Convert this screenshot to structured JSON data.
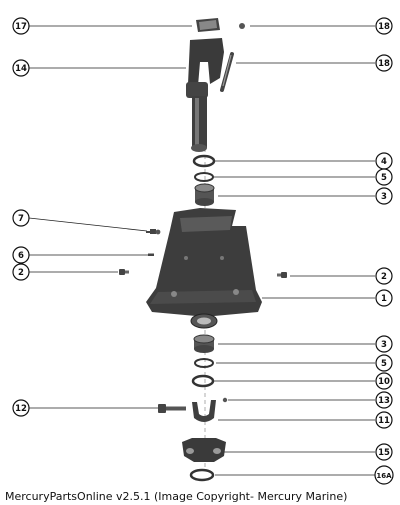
{
  "callouts": [
    {
      "id": "c17",
      "label": "17"
    },
    {
      "id": "c18a",
      "label": "18"
    },
    {
      "id": "c14",
      "label": "14"
    },
    {
      "id": "c18b",
      "label": "18"
    },
    {
      "id": "c4",
      "label": "4"
    },
    {
      "id": "c5a",
      "label": "5"
    },
    {
      "id": "c3a",
      "label": "3"
    },
    {
      "id": "c7",
      "label": "7"
    },
    {
      "id": "c6",
      "label": "6"
    },
    {
      "id": "c2a",
      "label": "2"
    },
    {
      "id": "c2b",
      "label": "2"
    },
    {
      "id": "c1",
      "label": "1"
    },
    {
      "id": "c3b",
      "label": "3"
    },
    {
      "id": "c5b",
      "label": "5"
    },
    {
      "id": "c10",
      "label": "10"
    },
    {
      "id": "c12",
      "label": "12"
    },
    {
      "id": "c13",
      "label": "13"
    },
    {
      "id": "c11",
      "label": "11"
    },
    {
      "id": "c15",
      "label": "15"
    },
    {
      "id": "c16a",
      "label": "16A"
    }
  ],
  "caption": "MercuryPartsOnline v2.5.1 (Image Copyright- Mercury Marine)"
}
